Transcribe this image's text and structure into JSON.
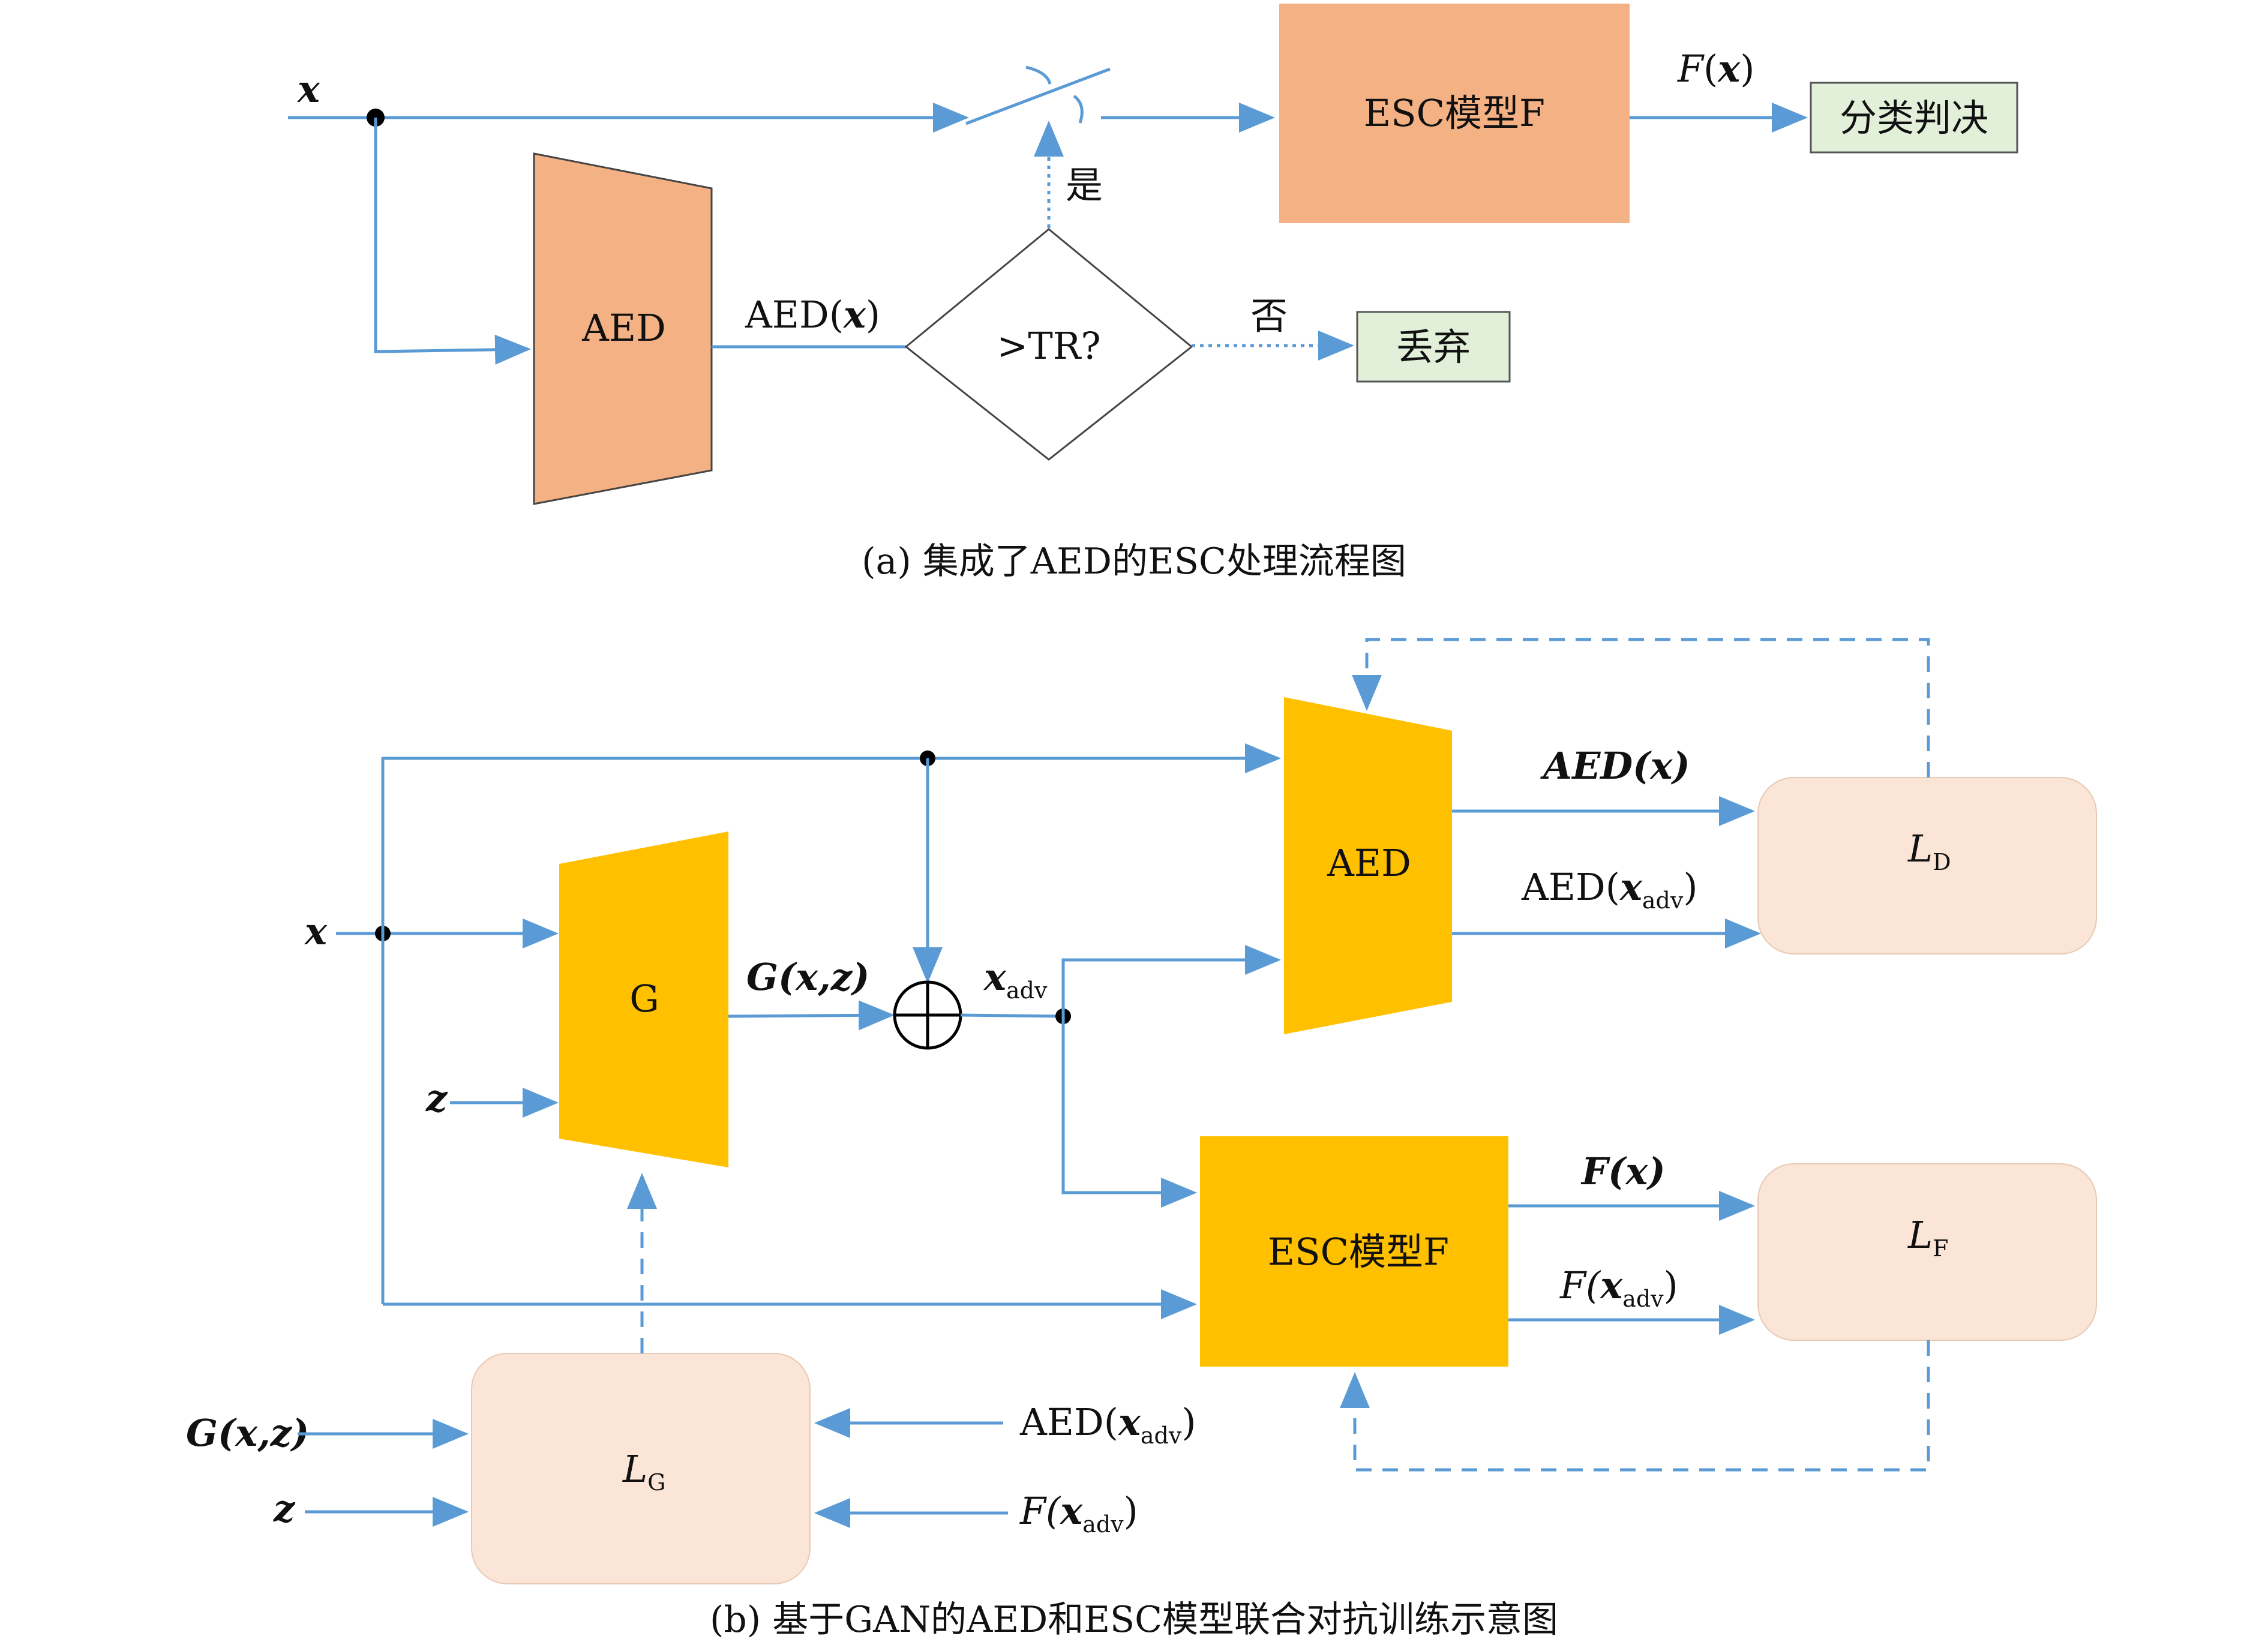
{
  "colors": {
    "arrow": "#5b9bd5",
    "esc_box_a": "#f4b183",
    "aed_trap_a": "#f4b183",
    "result_box": "#e2f0d9",
    "gold": "#ffc000",
    "loss_box": "#fbe5d6"
  },
  "part_a": {
    "input_label": "x",
    "aed_label": "AED",
    "aed_out": "AED(",
    "aed_out_x": "x",
    "aed_out_close": ")",
    "decision": ">TR?",
    "yes": "是",
    "no": "否",
    "esc_label": "ESC模型F",
    "fx_f": "F",
    "fx_open": "(",
    "fx_x": "x",
    "fx_close": ")",
    "classify": "分类判决",
    "discard": "丢弃",
    "caption": "(a) 集成了AED的ESC处理流程图"
  },
  "part_b": {
    "input_x": "x",
    "input_z": "z",
    "g_label": "G",
    "gxz": "G(x,z)",
    "xadv_x": "x",
    "xadv_sub": "adv",
    "aed_label": "AED",
    "aed_x": "AED(x)",
    "aed_xadv_pre": "AED(",
    "aed_xadv_x": "x",
    "aed_xadv_sub": "adv",
    "aed_xadv_close": ")",
    "esc_label": "ESC模型F",
    "fx": "F(x)",
    "fxadv_pre": "F(",
    "fxadv_x": "x",
    "fxadv_sub": "adv",
    "fxadv_close": ")",
    "ld_L": "L",
    "ld_sub": "D",
    "lf_L": "L",
    "lf_sub": "F",
    "lg_L": "L",
    "lg_sub": "G",
    "lg_in_gxz": "G(x,z)",
    "lg_in_z": "z",
    "lg_in_aed_pre": "AED(",
    "lg_in_aed_x": "x",
    "lg_in_aed_sub": "adv",
    "lg_in_aed_close": ")",
    "lg_in_f_pre": "F(",
    "lg_in_f_x": "x",
    "lg_in_f_sub": "adv",
    "lg_in_f_close": ")",
    "caption": "(b) 基于GAN的AED和ESC模型联合对抗训练示意图"
  }
}
